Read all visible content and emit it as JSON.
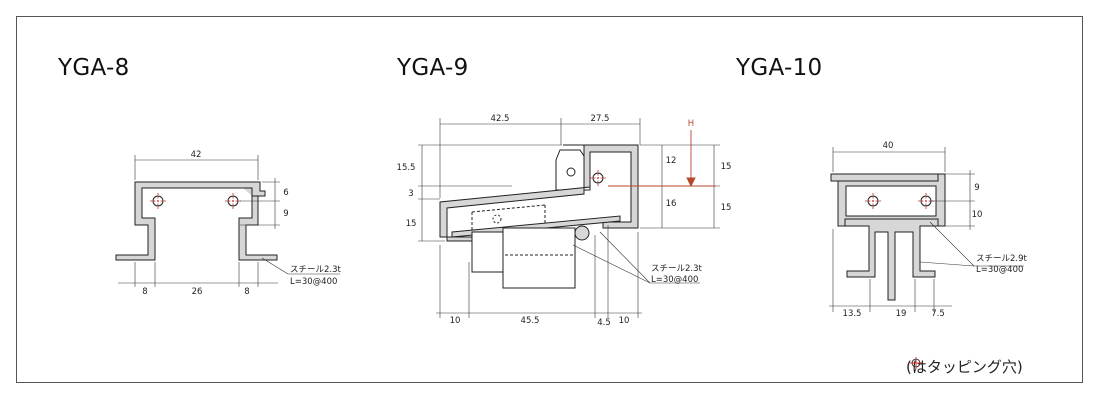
{
  "figures": [
    {
      "title": "YGA-8",
      "dims": {
        "width": "42",
        "hole_v1": "6",
        "hole_v2": "9",
        "bottom_left": "8",
        "bottom_mid": "26",
        "bottom_right": "8"
      },
      "material": "スチール2.3t",
      "length_spec": "L=30@400"
    },
    {
      "title": "YGA-9",
      "dims": {
        "top_left": "42.5",
        "top_right": "27.5",
        "h_label": "H",
        "left_a": "15.5",
        "left_b": "3",
        "left_c": "15",
        "mid_a": "12",
        "mid_b": "16",
        "right_a": "15",
        "right_b": "15",
        "bottom_a": "10",
        "bottom_b": "45.5",
        "bottom_c": "4.5",
        "bottom_d": "10"
      },
      "material": "スチール2.3t",
      "length_spec": "L=30@400"
    },
    {
      "title": "YGA-10",
      "dims": {
        "width": "40",
        "hole_v1": "9",
        "hole_v2": "10",
        "bottom_a": "13.5",
        "bottom_b": "19",
        "bottom_c": "7.5"
      },
      "material": "スチール2.9t",
      "length_spec": "L=30@400"
    }
  ],
  "footnote": {
    "open": "(",
    "text": "はタッピング穴)"
  },
  "colors": {
    "profile_fill": "#d7d7d7",
    "stroke": "#222222",
    "hole": "#d2231f",
    "h_marker": "#b5472d"
  }
}
